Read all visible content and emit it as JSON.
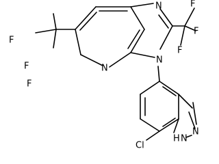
{
  "molecule": {
    "atoms": {
      "f1": "F",
      "f2": "F",
      "f3": "F",
      "f4": "F",
      "f5": "F",
      "f6": "F",
      "n_imid_top": "N",
      "n_pyr": "N",
      "n_imid_sub": "N",
      "n_indazole_a": "N",
      "n_indazole_b": "N",
      "h_indazole": "H",
      "cl": "Cl"
    }
  }
}
